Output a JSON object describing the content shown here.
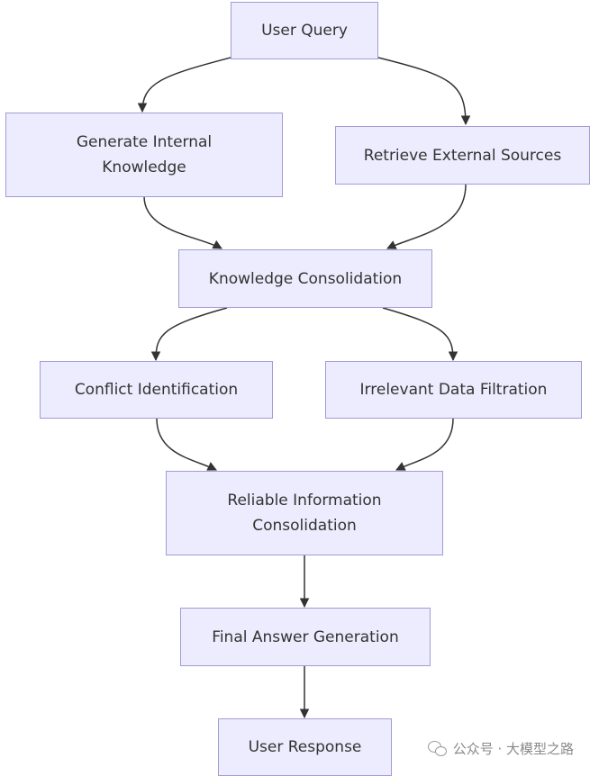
{
  "nodes": {
    "user_query": "User Query",
    "generate_internal": "Generate Internal\nKnowledge",
    "retrieve_external": "Retrieve External Sources",
    "knowledge_consolidation": "Knowledge Consolidation",
    "conflict_identification": "Conflict Identification",
    "irrelevant_filtration": "Irrelevant Data Filtration",
    "reliable_consolidation": "Reliable Information\nConsolidation",
    "final_answer": "Final Answer Generation",
    "user_response": "User Response"
  },
  "watermark": {
    "text": "公众号 · 大模型之路",
    "icon": "wechat-icon"
  },
  "colors": {
    "node_fill": "#ececfe",
    "node_border": "#a29bd6",
    "edge": "#333333",
    "text": "#333333"
  }
}
